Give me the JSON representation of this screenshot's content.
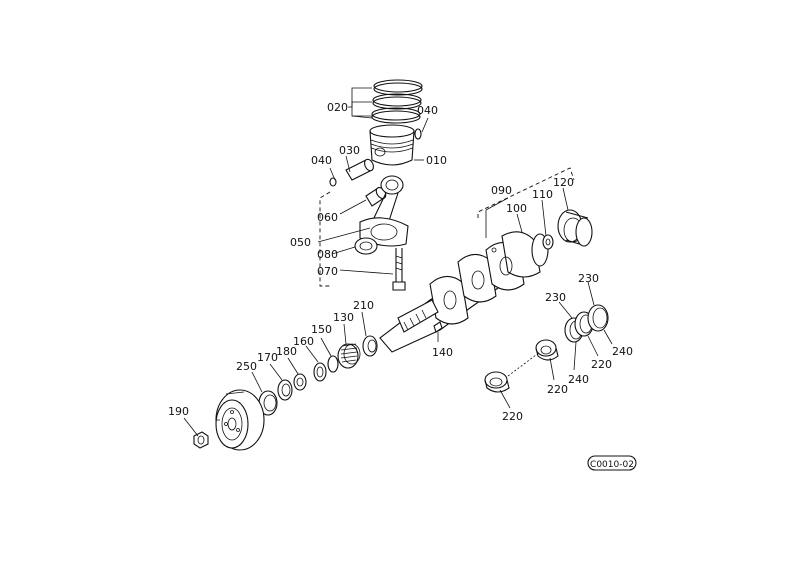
{
  "diagram": {
    "labels": {
      "p010": "010",
      "p020": "020",
      "p030": "030",
      "p040a": "040",
      "p040b": "040",
      "p050": "050",
      "p060": "060",
      "p070": "070",
      "p080": "080",
      "p090": "090",
      "p100": "100",
      "p110": "110",
      "p120": "120",
      "p130": "130",
      "p140": "140",
      "p150": "150",
      "p160": "160",
      "p170": "170",
      "p180": "180",
      "p190": "190",
      "p210": "210",
      "p220a": "220",
      "p220b": "220",
      "p220c": "220",
      "p230a": "230",
      "p230b": "230",
      "p240a": "240",
      "p240b": "240",
      "p250": "250"
    },
    "drawing_code": "C0010-02"
  }
}
